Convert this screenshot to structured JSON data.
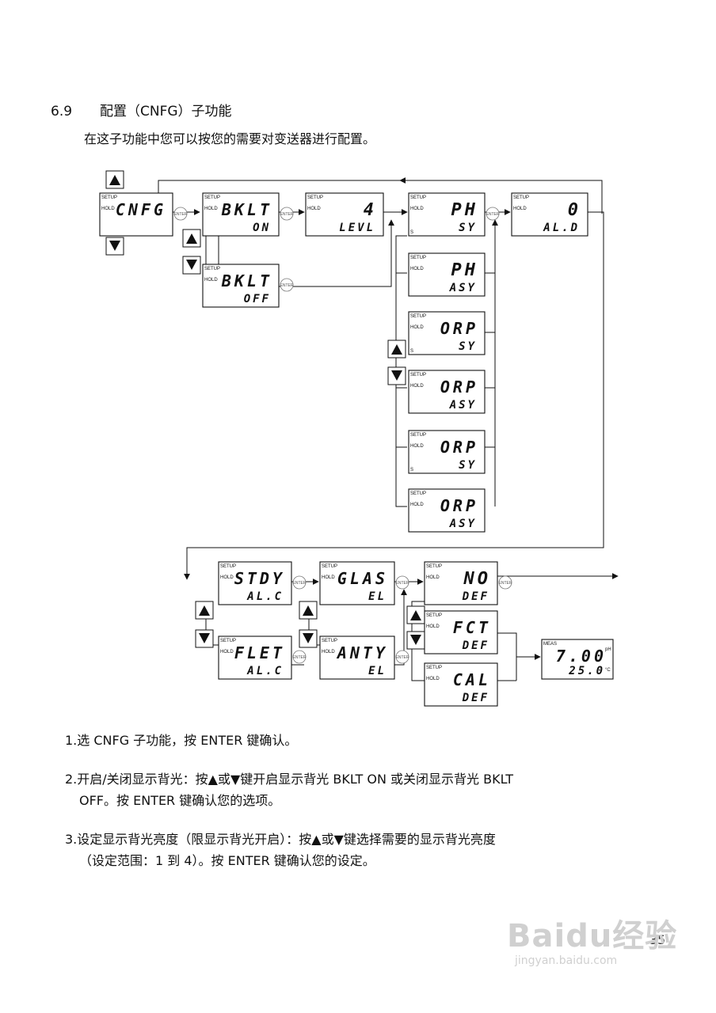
{
  "section": {
    "number": "6.9",
    "title": "配置（CNFG）子功能",
    "intro": "在这子功能中您可以按您的需要对变送器进行配置。"
  },
  "flowchart": {
    "screens": [
      {
        "id": "cnfg",
        "top": "CNFG",
        "bottom": ""
      },
      {
        "id": "bklt-on",
        "top": "BKLT",
        "bottom": "ON"
      },
      {
        "id": "bklt-off",
        "top": "BKLT",
        "bottom": "OFF"
      },
      {
        "id": "levl",
        "top": "4",
        "bottom": "LEVL"
      },
      {
        "id": "ph-sy",
        "top": "PH",
        "bottom": "SY"
      },
      {
        "id": "ph-asy",
        "top": "PH",
        "bottom": "ASY"
      },
      {
        "id": "orp-sy-1",
        "top": "ORP",
        "bottom": "SY"
      },
      {
        "id": "orp-asy-1",
        "top": "ORP",
        "bottom": "ASY"
      },
      {
        "id": "orp-sy-2",
        "top": "ORP",
        "bottom": "SY"
      },
      {
        "id": "orp-asy-2",
        "top": "ORP",
        "bottom": "ASY"
      },
      {
        "id": "al-d",
        "top": "0",
        "bottom": "AL.D"
      },
      {
        "id": "stdy",
        "top": "STDY",
        "bottom": "AL.C"
      },
      {
        "id": "flet",
        "top": "FLET",
        "bottom": "AL.C"
      },
      {
        "id": "glas",
        "top": "GLAS",
        "bottom": "EL"
      },
      {
        "id": "anty",
        "top": "ANTY",
        "bottom": "EL"
      },
      {
        "id": "no-def",
        "top": "NO",
        "bottom": "DEF"
      },
      {
        "id": "fct-def",
        "top": "FCT",
        "bottom": "DEF"
      },
      {
        "id": "cal-def",
        "top": "CAL",
        "bottom": "DEF"
      },
      {
        "id": "meas",
        "top": "7.00",
        "bottom": "25.0"
      }
    ],
    "labels": {
      "setup": "SETUP",
      "hold": "HOLD",
      "meas": "MEAS",
      "s": "S",
      "enter": "ENTER",
      "ph_unit": "pH",
      "temp_unit": "°C"
    }
  },
  "steps": [
    {
      "num": "1.",
      "text": "选 CNFG 子功能，按 ENTER 键确认。",
      "cont": ""
    },
    {
      "num": "2.",
      "text": "开启/关闭显示背光：按▲或▼键开启显示背光 BKLT ON 或关闭显示背光 BKLT",
      "cont": "OFF。按 ENTER 键确认您的选项。"
    },
    {
      "num": "3.",
      "text": "设定显示背光亮度（限显示背光开启）：按▲或▼键选择需要的显示背光亮度",
      "cont": "（设定范围：1 到 4）。按 ENTER 键确认您的设定。"
    }
  ],
  "page_number": "35",
  "watermark": {
    "logo": "Baidu经验",
    "url": "jingyan.baidu.com"
  }
}
